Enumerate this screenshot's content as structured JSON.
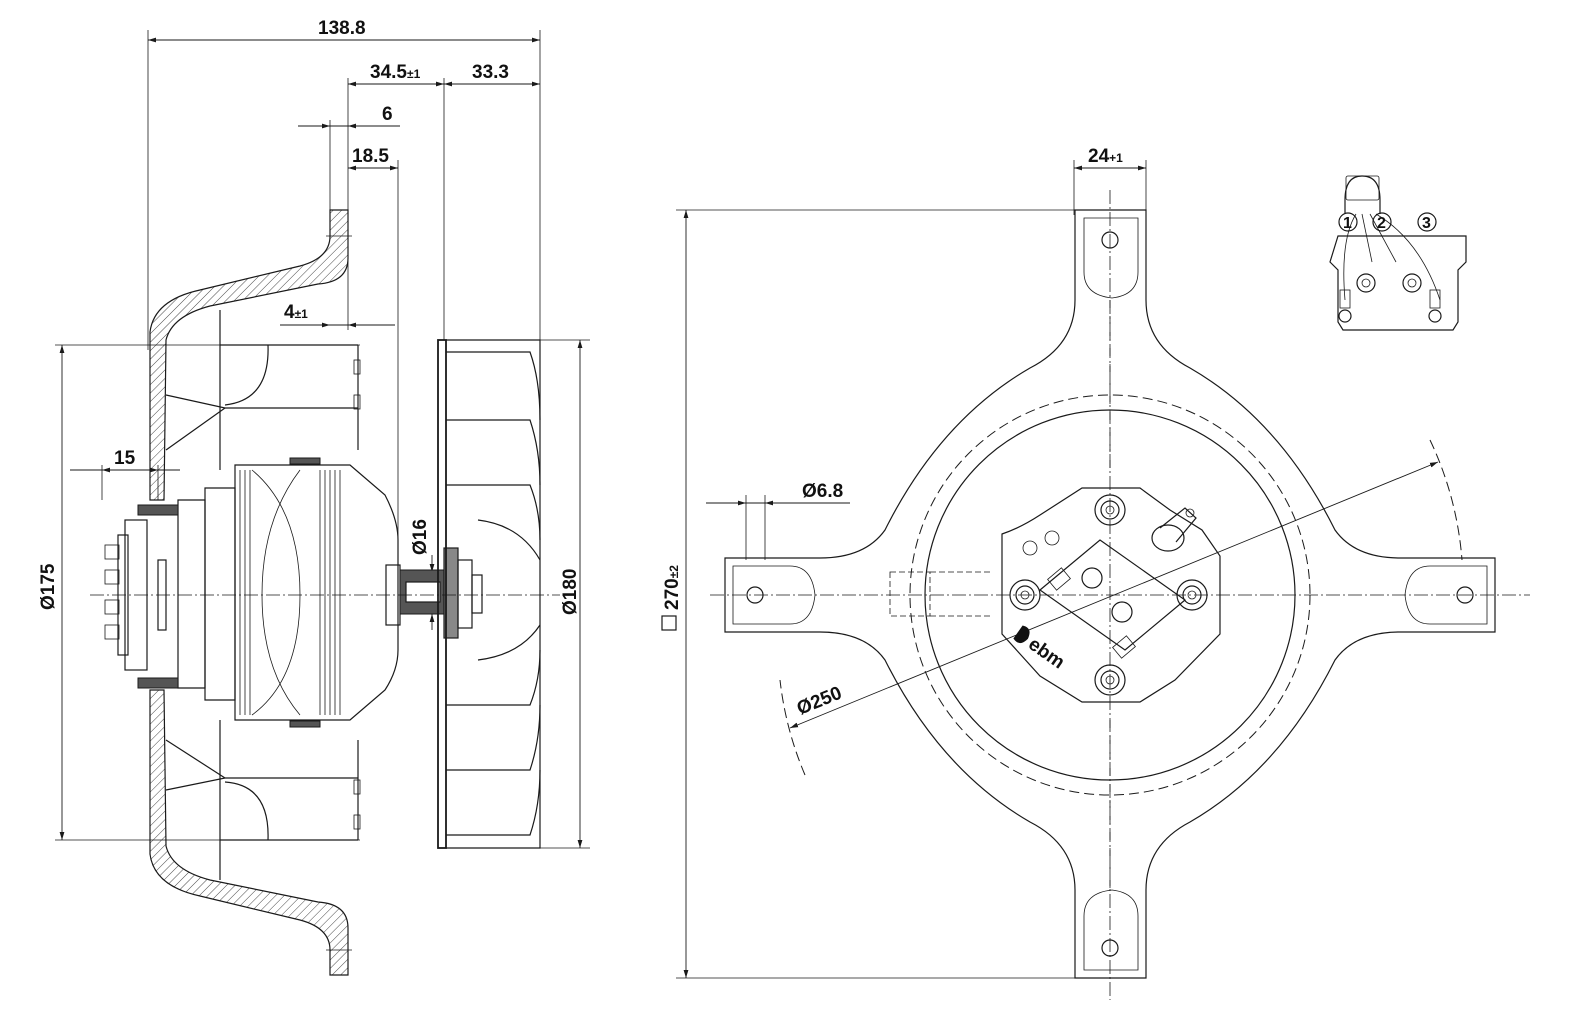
{
  "side_view": {
    "dim_overall_length": "138.8",
    "dim_hub_offset_main": "34.5",
    "dim_hub_offset_tol": "±1",
    "dim_blade_depth": "33.3",
    "dim_flange_thickness": "6",
    "dim_flange_to_hub": "18.5",
    "dim_gap_main": "4",
    "dim_gap_tol": "±1",
    "dim_terminal": "15",
    "dim_shaft": "Ø16",
    "dim_motor_dia": "Ø175",
    "dim_impeller_dia": "Ø180"
  },
  "front_view": {
    "dim_arm_width_main": "24",
    "dim_arm_width_tol": "+1",
    "dim_hole": "Ø6.8",
    "dim_bolt_circle": "Ø250",
    "dim_square_main": "270",
    "dim_square_tol": "±2",
    "brand_mark": "ebm"
  },
  "connection_diagram": {
    "terminal_1": "1",
    "terminal_2": "2",
    "terminal_3": "3"
  }
}
